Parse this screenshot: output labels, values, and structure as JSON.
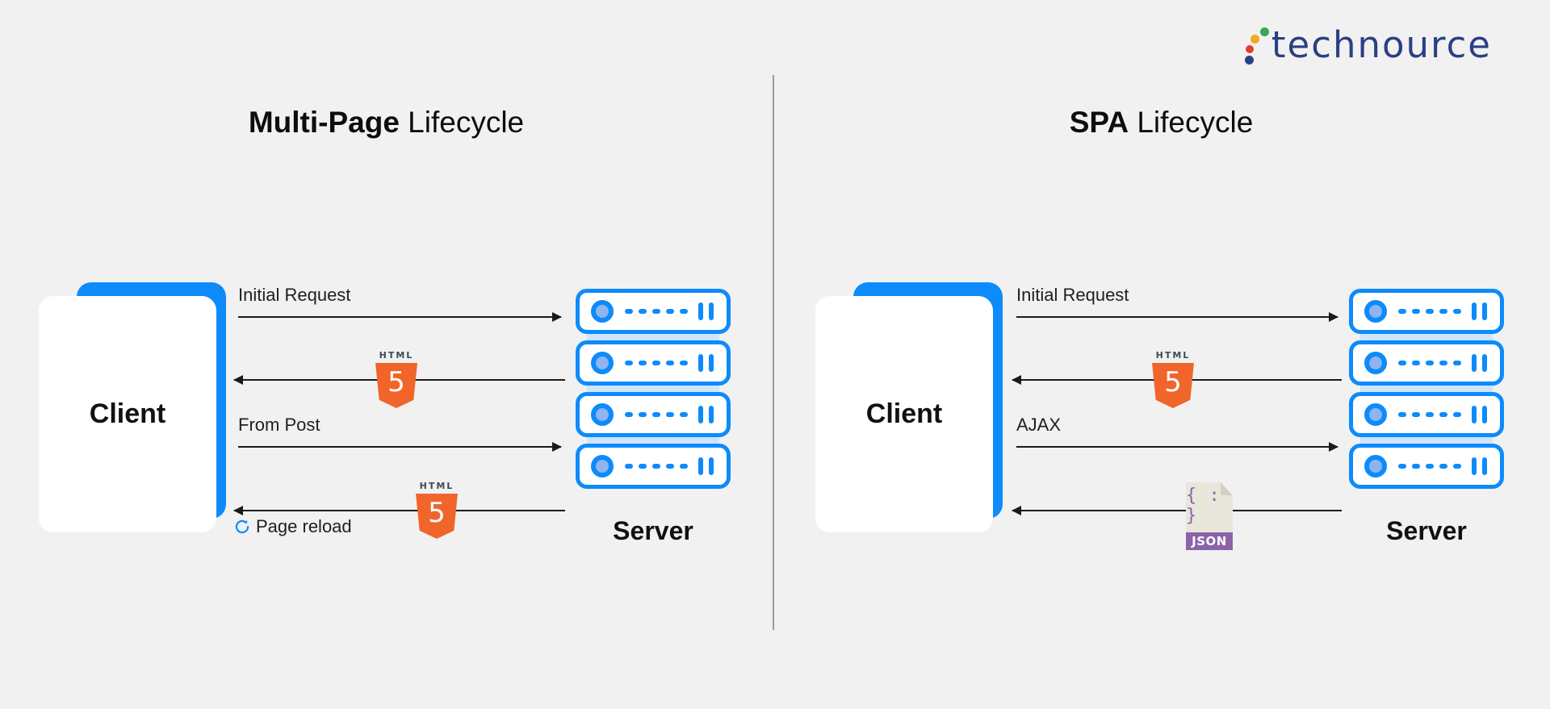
{
  "brand": {
    "name": "technource",
    "dot_colors": [
      "#34a853",
      "#f5a623",
      "#e8392e",
      "#2b3f84"
    ],
    "text_color": "#2b3f84"
  },
  "theme": {
    "background": "#f1f1f1",
    "accent_blue": "#0d8bfa",
    "connector_blue": "#cfe4fd",
    "html5_orange": "#f1652a",
    "json_purple": "#8b63ab",
    "arrow_color": "#1a1a1a",
    "divider_color": "#9a9a9a"
  },
  "panels": [
    {
      "id": "multi-page",
      "title_bold": "Multi-Page",
      "title_rest": " Lifecycle",
      "client_label": "Client",
      "server_label": "Server",
      "flows": [
        {
          "label": "Initial Request",
          "direction": "to-right",
          "badge": "none"
        },
        {
          "label": "",
          "direction": "to-left",
          "badge": "html5"
        },
        {
          "label": "From Post",
          "direction": "to-right",
          "badge": "none"
        },
        {
          "label": "Page reload",
          "direction": "to-left",
          "badge": "html5",
          "icon": "reload-icon"
        }
      ]
    },
    {
      "id": "spa",
      "title_bold": "SPA",
      "title_rest": " Lifecycle",
      "client_label": "Client",
      "server_label": "Server",
      "flows": [
        {
          "label": "Initial Request",
          "direction": "to-right",
          "badge": "none"
        },
        {
          "label": "",
          "direction": "to-left",
          "badge": "html5"
        },
        {
          "label": "AJAX",
          "direction": "to-right",
          "badge": "none"
        },
        {
          "label": "",
          "direction": "to-left",
          "badge": "json"
        }
      ]
    }
  ],
  "badges": {
    "html5_word": "HTML",
    "html5_digit": "5",
    "json_braces": "{ : }",
    "json_word": "JSON"
  },
  "server_unit": {
    "dash_count": 5,
    "bar_count": 2,
    "unit_count": 4
  }
}
